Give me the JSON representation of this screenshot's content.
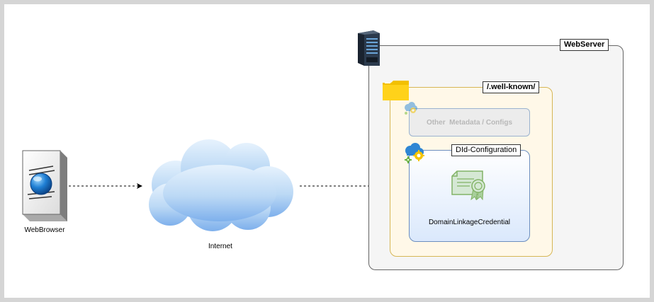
{
  "diagram": {
    "browser": {
      "label": "WebBrowser",
      "icon": "web-browser-icon"
    },
    "internet": {
      "label": "Internet",
      "icon": "cloud-icon"
    },
    "webserver": {
      "label": "WebServer",
      "icon": "server-rack-icon"
    },
    "wellknown": {
      "label": "/.well-known/",
      "icon": "folder-icon"
    },
    "metadata": {
      "label": "Other  Metadata / Configs",
      "icon": "cloud-gear-icon"
    },
    "did_configuration": {
      "label": "DId-Configuration",
      "icon": "cloud-gear-icon"
    },
    "credential": {
      "label": "DomainLinkageCredential",
      "icon": "certificate-icon"
    }
  },
  "colors": {
    "frame_border": "#d5d5d5",
    "webserver_fill": "#f5f5f5",
    "folder_fill": "#fff8e8",
    "folder_border": "#d6b656",
    "did_fill_bottom": "#dae8fc",
    "did_border": "#6c8ebf",
    "cloud_fill": "#bcd9f5",
    "certificate_green": "#82b366"
  }
}
